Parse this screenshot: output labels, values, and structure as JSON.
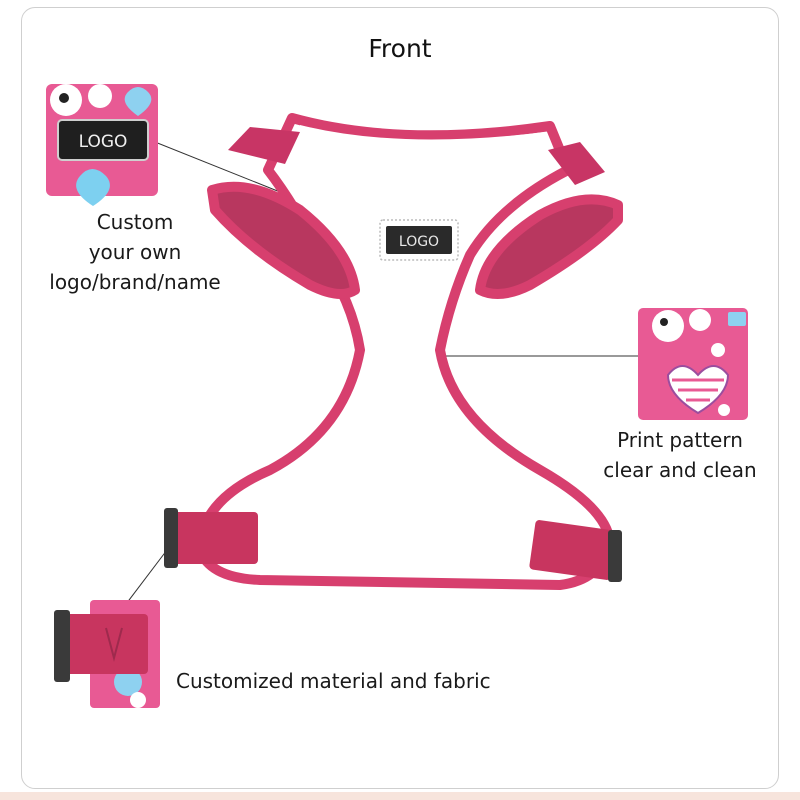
{
  "title": "Front",
  "callouts": {
    "logo": {
      "badge_label": "LOGO",
      "lines": [
        "Custom",
        "your own",
        "logo/brand/name"
      ]
    },
    "print": {
      "lines": [
        "Print pattern",
        "clear and clean"
      ]
    },
    "material": {
      "text": "Customized material and fabric"
    }
  },
  "harness_patch_label": "LOGO",
  "colors": {
    "harness_pink": "#d73f6e",
    "print_pink": "#e85a94",
    "patch_dark": "#2a2a2a"
  }
}
